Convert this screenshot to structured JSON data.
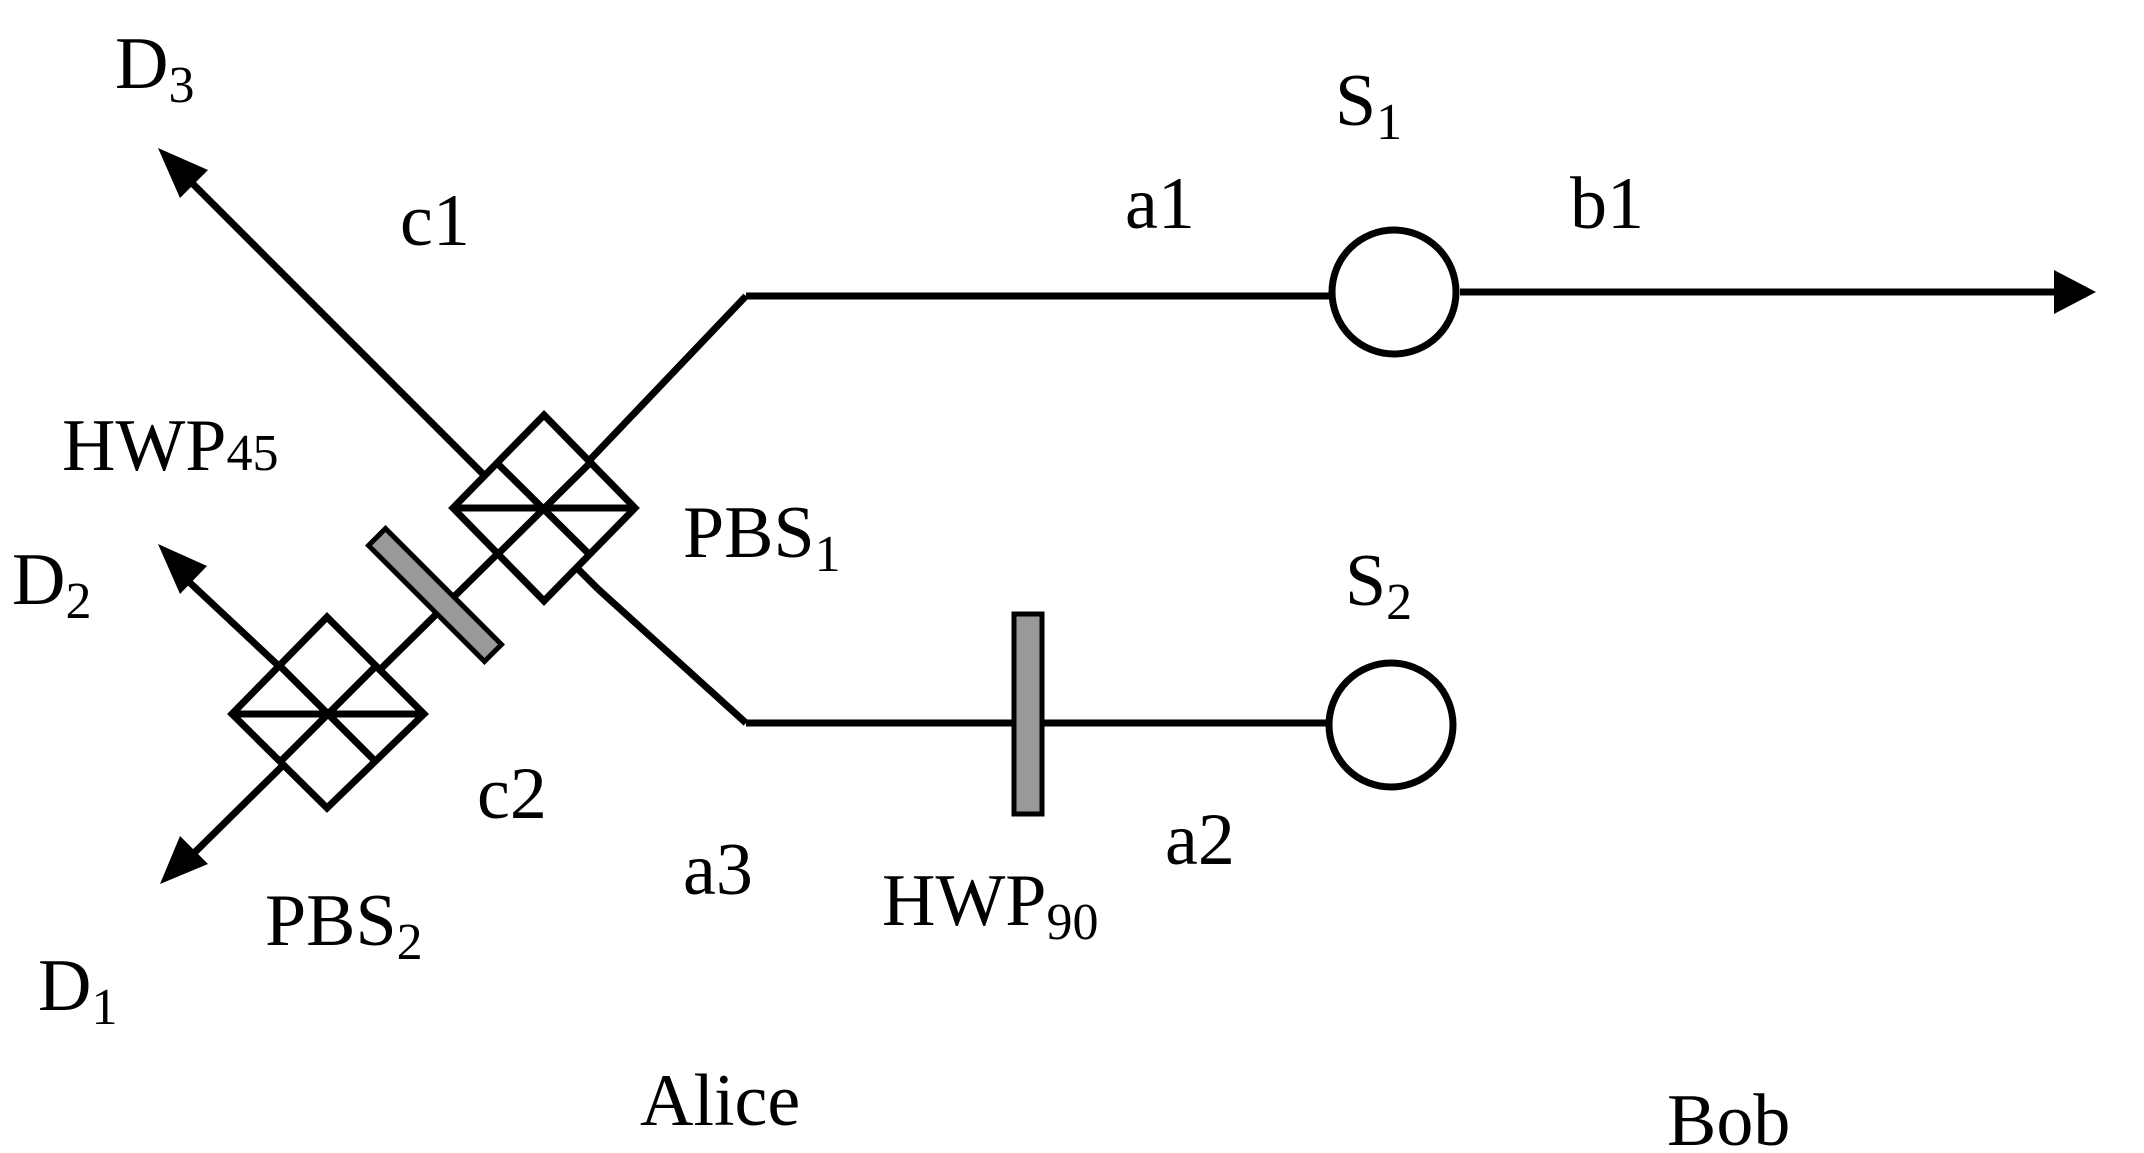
{
  "labels": {
    "d3": {
      "main": "D",
      "sub": "3"
    },
    "d2": {
      "main": "D",
      "sub": "2"
    },
    "d1": {
      "main": "D",
      "sub": "1"
    },
    "c1": "c1",
    "c2": "c2",
    "a1": "a1",
    "a2": "a2",
    "a3": "a3",
    "b1": "b1",
    "s1": {
      "main": "S",
      "sub": "1"
    },
    "s2": {
      "main": "S",
      "sub": "2"
    },
    "pbs1": {
      "main": "PBS",
      "sub": "1"
    },
    "pbs2": {
      "main": "PBS",
      "sub": "2"
    },
    "hwp45": {
      "main": "HWP",
      "sub": "45"
    },
    "hwp90": {
      "main": "HWP",
      "sub": "90"
    },
    "alice": "Alice",
    "bob": "Bob"
  },
  "colors": {
    "line": "#000000",
    "plate_fill": "#999999",
    "background": "#ffffff"
  }
}
